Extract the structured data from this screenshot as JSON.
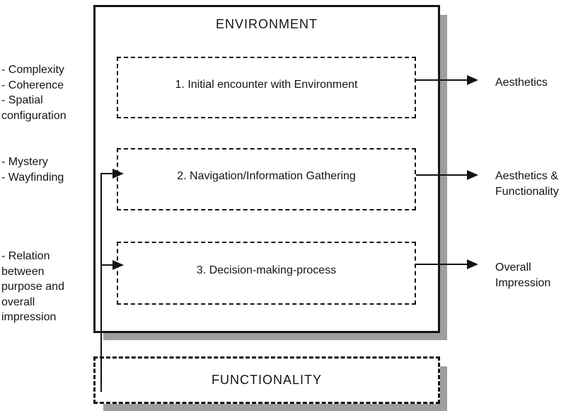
{
  "environment": {
    "title": "ENVIRONMENT"
  },
  "functionality": {
    "title": "FUNCTIONALITY"
  },
  "stages": [
    {
      "label": "1. Initial encounter with Environment",
      "inputs": "- Complexity\n- Coherence\n- Spatial\nconfiguration",
      "outcome": "Aesthetics"
    },
    {
      "label": "2. Navigation/Information Gathering",
      "inputs": "- Mystery\n- Wayfinding",
      "outcome": "Aesthetics &\nFunctionality"
    },
    {
      "label": "3. Decision-making-process",
      "inputs": "- Relation\nbetween\npurpose and\noverall\nimpression",
      "outcome": "Overall\nImpression"
    }
  ],
  "colors": {
    "line": "#141414",
    "shadow": "#9e9e9e",
    "background": "#ffffff"
  }
}
